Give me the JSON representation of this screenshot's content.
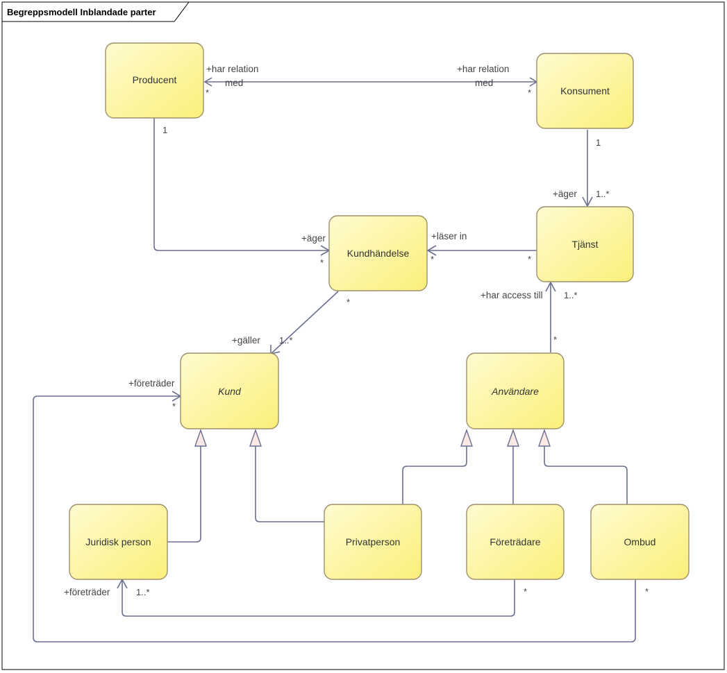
{
  "frame": {
    "title": "Begreppsmodell Inblandade parter"
  },
  "classes": {
    "producent": {
      "name": "Producent",
      "abstract": false
    },
    "konsument": {
      "name": "Konsument",
      "abstract": false
    },
    "kundhandelse": {
      "name": "Kundhändelse",
      "abstract": false
    },
    "tjanst": {
      "name": "Tjänst",
      "abstract": false
    },
    "kund": {
      "name": "Kund",
      "abstract": true
    },
    "anvandare": {
      "name": "Användare",
      "abstract": true
    },
    "juridisk_person": {
      "name": "Juridisk person",
      "abstract": false
    },
    "privatperson": {
      "name": "Privatperson",
      "abstract": false
    },
    "foretradare": {
      "name": "Företrädare",
      "abstract": false
    },
    "ombud": {
      "name": "Ombud",
      "abstract": false
    }
  },
  "associations": {
    "producent_konsument": {
      "role_source_line1": "+har relation",
      "role_source_line2": "med",
      "mult_source": "*",
      "role_target_line1": "+har relation",
      "role_target_line2": "med",
      "mult_target": "*"
    },
    "producent_kundhandelse": {
      "mult_source": "1",
      "role_target": "+äger",
      "mult_target": "*"
    },
    "konsument_tjanst": {
      "mult_source": "1",
      "role_target": "+äger",
      "mult_target": "1..*"
    },
    "tjanst_kundhandelse": {
      "mult_source": "*",
      "role_target": "+läser in",
      "mult_target": "*"
    },
    "kundhandelse_kund": {
      "mult_source": "*",
      "role_target": "+gäller",
      "mult_target": "1..*"
    },
    "anvandare_tjanst": {
      "mult_source": "*",
      "role_target": "+har access till",
      "mult_target": "1..*"
    },
    "ombud_kund": {
      "mult_source": "*",
      "role_target": "+företräder",
      "mult_target": "*"
    },
    "foretradare_juridisk": {
      "mult_source": "*",
      "role_target": "+företräder",
      "mult_target": "1..*"
    }
  },
  "colors": {
    "class_fill_light": "#fffbd0",
    "class_fill_dark": "#faf07a",
    "class_border": "#9e8f6b",
    "line": "#6a6e8e",
    "generalization_fill": "#f9e8e4",
    "frame_border": "#000000"
  }
}
